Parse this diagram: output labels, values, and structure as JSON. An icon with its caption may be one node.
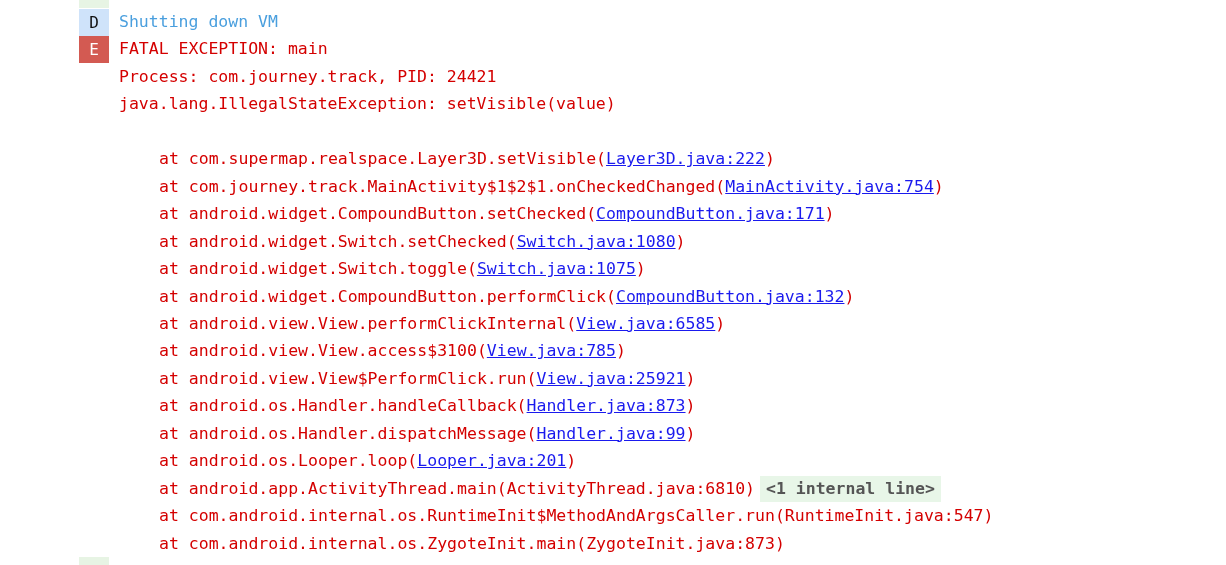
{
  "diagram": {
    "labels": [
      "D",
      "Shutting down VM",
      "E",
      "FATAL EXCEPTION: main",
      "Process: com.journey.track, PID: 24421",
      "java.lang.IllegalStateException: setVisible(value)",
      "at com.supermap.realspace.Layer3D.setVisible(Layer3D.java:222)",
      "at com.journey.track.MainActivity$1$2$1.onCheckedChanged(MainActivity.java:754)",
      "at android.widget.CompoundButton.setChecked(CompoundButton.java:171)",
      "at android.widget.Switch.setChecked(Switch.java:1080)",
      "at android.widget.Switch.toggle(Switch.java:1075)",
      "at android.widget.CompoundButton.performClick(CompoundButton.java:132)",
      "at android.view.View.performClickInternal(View.java:6585)",
      "at android.view.View.access$3100(View.java:785)",
      "at android.view.View$PerformClick.run(View.java:25921)",
      "at android.os.Handler.handleCallback(Handler.java:873)",
      "at android.os.Handler.dispatchMessage(Handler.java:99)",
      "at android.os.Looper.loop(Looper.java:201)",
      "at android.app.ActivityThread.main(ActivityThread.java:6810)",
      "<1 internal line>",
      "at com.android.internal.os.RuntimeInit$MethodAndArgsCaller.run(RuntimeInit.java:547)",
      "at com.android.internal.os.ZygoteInit.main(ZygoteInit.java:873)"
    ]
  }
}
